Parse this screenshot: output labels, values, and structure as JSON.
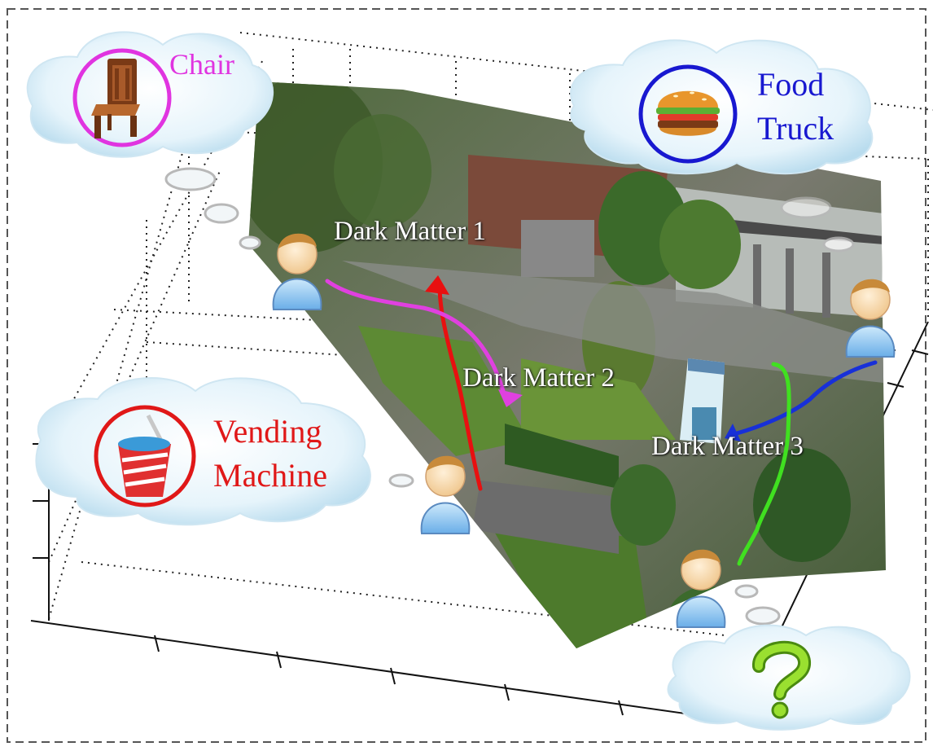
{
  "clouds": {
    "chair": {
      "label": "Chair",
      "icon": "chair-icon",
      "color": "#e034e0"
    },
    "food_truck": {
      "line1": "Food",
      "line2": "Truck",
      "icon": "burger-icon",
      "color": "#1818d0"
    },
    "vending_machine": {
      "line1": "Vending",
      "line2": "Machine",
      "icon": "cup-icon",
      "color": "#e01818"
    },
    "unknown": {
      "icon": "question-mark-icon",
      "color": "#88d828"
    }
  },
  "dark_matter": {
    "dm1": "Dark Matter 1",
    "dm2": "Dark Matter 2",
    "dm3": "Dark Matter 3"
  },
  "trajectories": [
    {
      "name": "red-trajectory",
      "color": "#e81010"
    },
    {
      "name": "magenta-trajectory",
      "color": "#e040e0"
    },
    {
      "name": "blue-trajectory",
      "color": "#1830d8"
    },
    {
      "name": "green-trajectory",
      "color": "#40e020"
    }
  ],
  "agents": [
    "agent-top-left",
    "agent-top-right",
    "agent-bottom-middle",
    "agent-bottom-right"
  ]
}
